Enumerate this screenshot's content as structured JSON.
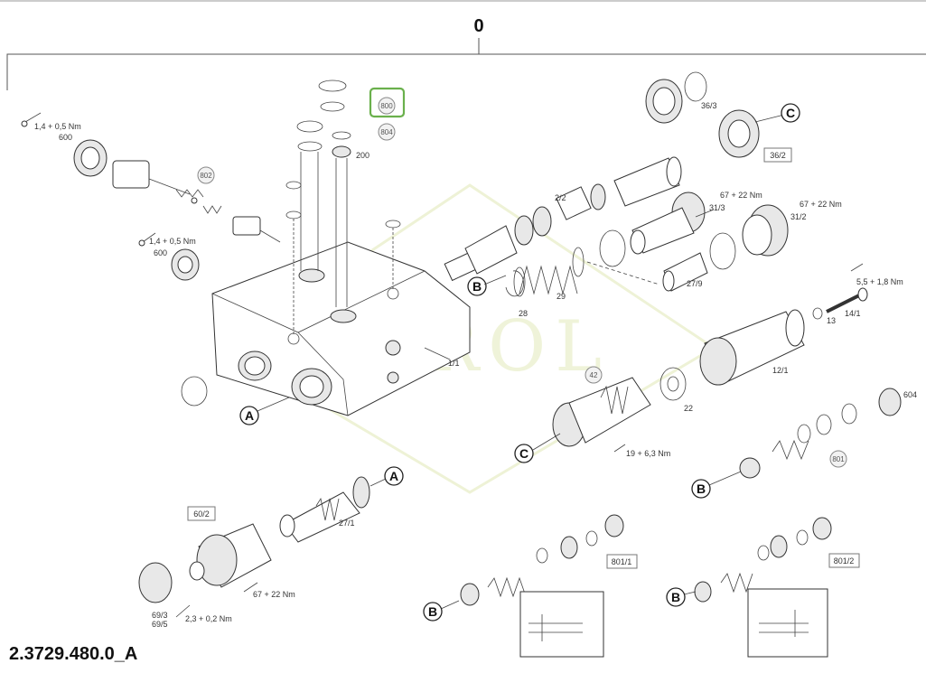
{
  "title": "0",
  "part_number": "2.3729.480.0_A",
  "watermark": "JAROL",
  "assembly_label": "1/1",
  "callouts": [
    "A",
    "A",
    "B",
    "B",
    "B",
    "B",
    "C",
    "C"
  ],
  "kits_circle": [
    "800",
    "804",
    "802",
    "42",
    "801"
  ],
  "kits_box": [
    "36/2",
    "60/2",
    "801/1",
    "801/2"
  ],
  "parts": [
    "600",
    "600",
    "200",
    "2/2",
    "31/3",
    "31/2",
    "36/3",
    "27/9",
    "29",
    "28",
    "13",
    "14/1",
    "12/1",
    "22",
    "604",
    "27/1",
    "69/3",
    "69/5"
  ],
  "torques": [
    "1,4 + 0,5 Nm",
    "1,4 + 0,5 Nm",
    "67 + 22 Nm",
    "67 + 22 Nm",
    "5,5 + 1,8 Nm",
    "19 + 6,3 Nm",
    "67 + 22 Nm",
    "2,3 + 0,2 Nm"
  ],
  "colors": {
    "highlight": "#6ab04c",
    "line": "#333333",
    "watermark": "#e9efc9"
  }
}
